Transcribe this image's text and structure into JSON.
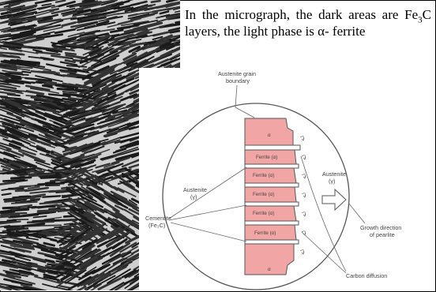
{
  "caption": {
    "line1": "In the micrograph, the dark areas are",
    "line2_prefix": "Fe",
    "line2_sub": "3",
    "line2_suffix": "C layers, the light phase is α-",
    "line3": "ferrite"
  },
  "diagram": {
    "grain_boundary_line1": "Austenite grain",
    "grain_boundary_line2": "boundary",
    "austenite_left_line1": "Austenite",
    "austenite_left_line2": "(γ)",
    "austenite_right_line1": "Austenite",
    "austenite_right_line2": "(γ)",
    "ferrite_labels": [
      "Ferrite (α)",
      "Ferrite (α)",
      "Ferrite (α)",
      "Ferrite (α)",
      "Ferrite (α)"
    ],
    "alpha_small": "α",
    "cementite_line1": "Cementite",
    "cementite_line2": "(Fe₃C)",
    "growth_line1": "Growth direction",
    "growth_line2": "of pearlite",
    "carbon_diffusion": "Carbon diffusion",
    "colors": {
      "ferrite_fill": "#f2a5a5",
      "line": "#555555"
    }
  }
}
